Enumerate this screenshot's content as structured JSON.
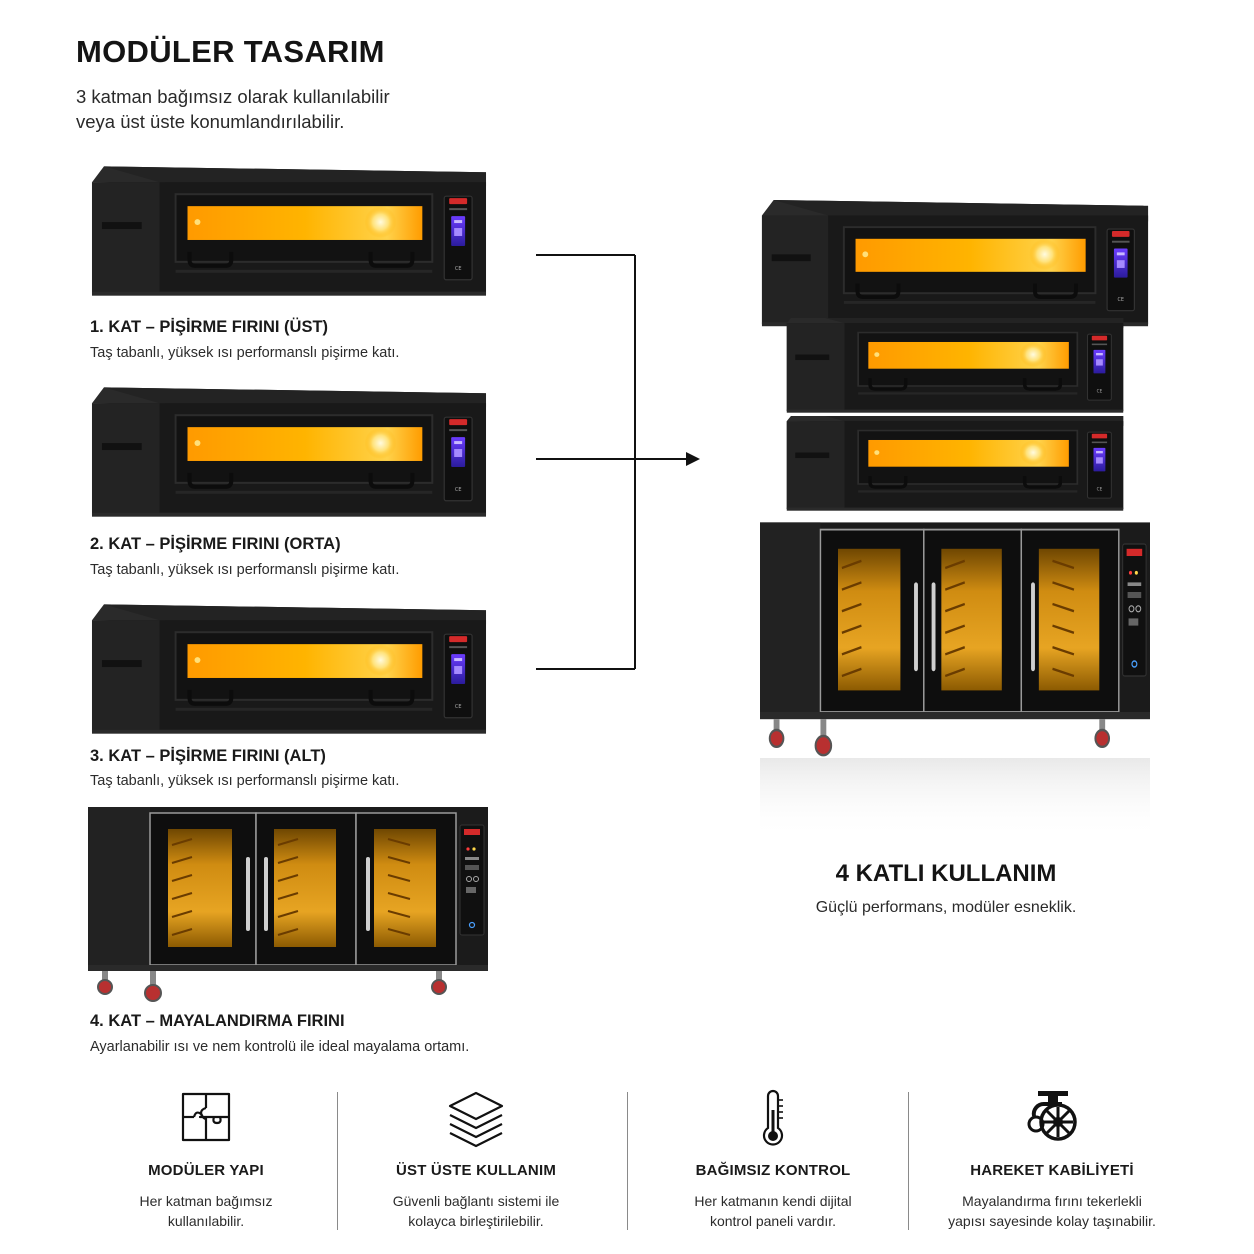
{
  "header": {
    "title": "MODÜLER TASARIM",
    "subtitle_lines": [
      "3 katman bağımsız olarak kullanılabilir",
      "veya üst üste konumlandırılabilir."
    ]
  },
  "modules": [
    {
      "title": "1. KAT – PİŞİRME FIRINI (ÜST)",
      "desc": "Taş tabanlı, yüksek ısı performanslı pişirme katı."
    },
    {
      "title": "2. KAT – PİŞİRME FIRINI (ORTA)",
      "desc": "Taş tabanlı, yüksek ısı performanslı pişirme katı."
    },
    {
      "title": "3. KAT – PİŞİRME FIRINI (ALT)",
      "desc": "Taş tabanlı, yüksek ısı performanslı pişirme katı."
    },
    {
      "title": "4. KAT – MAYALANDIRMA FIRINI",
      "desc": "Ayarlanabilir ısı ve nem kontrolü ile ideal mayalama ortamı."
    }
  ],
  "combined": {
    "title": "4 KATLI KULLANIM",
    "subtitle": "Güçlü performans, modüler esneklik."
  },
  "features": [
    {
      "icon": "puzzle-icon",
      "title": "MODÜLER YAPI",
      "desc_lines": [
        "Her katman bağımsız",
        "kullanılabilir."
      ]
    },
    {
      "icon": "layers-icon",
      "title": "ÜST ÜSTE KULLANIM",
      "desc_lines": [
        "Güvenli bağlantı sistemi ile",
        "kolayca birleştirilebilir."
      ]
    },
    {
      "icon": "thermometer-icon",
      "title": "BAĞIMSIZ KONTROL",
      "desc_lines": [
        "Her katmanın kendi dijital",
        "kontrol paneli vardır."
      ]
    },
    {
      "icon": "caster-wheel-icon",
      "title": "HAREKET KABİLİYETİ",
      "desc_lines": [
        "Mayalandırma fırını tekerlekli",
        "yapısı sayesinde kolay taşınabilir."
      ]
    }
  ],
  "colors": {
    "oven_body": "#1c1c1c",
    "oven_glow": "#ffa400",
    "text_dark": "#141414",
    "brand_red": "#d42a2a"
  }
}
